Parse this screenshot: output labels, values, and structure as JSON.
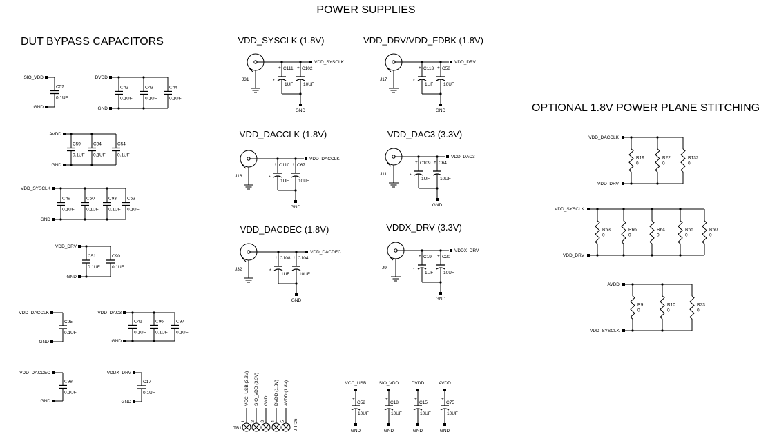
{
  "title": "POWER SUPPLIES",
  "bypass": {
    "heading": "DUT BYPASS CAPACITORS",
    "groups": [
      {
        "net": "SIO_VDD",
        "gnd": "GND",
        "caps": [
          {
            "ref": "C57",
            "val": "0.1UF"
          }
        ]
      },
      {
        "net": "DVDD",
        "gnd": "GND",
        "caps": [
          {
            "ref": "C42",
            "val": "0.1UF"
          },
          {
            "ref": "C43",
            "val": "0.1UF"
          },
          {
            "ref": "C44",
            "val": "0.1UF"
          }
        ]
      },
      {
        "net": "AVDD",
        "gnd": "GND",
        "caps": [
          {
            "ref": "C59",
            "val": "0.1UF"
          },
          {
            "ref": "C94",
            "val": "0.1UF"
          },
          {
            "ref": "C54",
            "val": "0.1UF"
          }
        ]
      },
      {
        "net": "VDD_SYSCLK",
        "gnd": "GND",
        "caps": [
          {
            "ref": "C49",
            "val": "0.1UF"
          },
          {
            "ref": "C50",
            "val": "0.1UF"
          },
          {
            "ref": "C93",
            "val": "0.1UF"
          },
          {
            "ref": "C53",
            "val": "0.1UF"
          }
        ]
      },
      {
        "net": "VDD_DRV",
        "gnd": "GND",
        "caps": [
          {
            "ref": "C51",
            "val": "0.1UF"
          },
          {
            "ref": "C90",
            "val": "0.1UF"
          }
        ]
      },
      {
        "net": "VDD_DACCLK",
        "gnd": "GND",
        "caps": [
          {
            "ref": "C95",
            "val": "0.1UF"
          }
        ]
      },
      {
        "net": "VDD_DAC3",
        "gnd": "GND",
        "caps": [
          {
            "ref": "C41",
            "val": "0.1UF"
          },
          {
            "ref": "C96",
            "val": "0.1UF"
          },
          {
            "ref": "C97",
            "val": "0.1UF"
          }
        ]
      },
      {
        "net": "VDD_DACDEC",
        "gnd": "GND",
        "caps": [
          {
            "ref": "C98",
            "val": "0.1UF"
          }
        ]
      },
      {
        "net": "VDDX_DRV",
        "gnd": "GND",
        "caps": [
          {
            "ref": "C17",
            "val": "0.1UF"
          }
        ]
      }
    ]
  },
  "supplies": [
    {
      "heading": "VDD_SYSCLK (1.8V)",
      "jack": "J31",
      "net": "VDD_SYSCLK",
      "c1": {
        "ref": "C111",
        "val": "1UF"
      },
      "c2": {
        "ref": "C102",
        "val": "10UF"
      },
      "gnd": "GND"
    },
    {
      "heading": "VDD_DRV/VDD_FDBK (1.8V)",
      "jack": "J17",
      "net": "VDD_DRV",
      "c1": {
        "ref": "C113",
        "val": "1UF"
      },
      "c2": {
        "ref": "C58",
        "val": "10UF"
      },
      "gnd": "GND"
    },
    {
      "heading": "VDD_DACCLK (1.8V)",
      "jack": "J16",
      "net": "VDD_DACCLK",
      "c1": {
        "ref": "C110",
        "val": "1UF"
      },
      "c2": {
        "ref": "C67",
        "val": "10UF"
      },
      "gnd": "GND"
    },
    {
      "heading": "VDD_DAC3 (3.3V)",
      "jack": "J11",
      "net": "VDD_DAC3",
      "c1": {
        "ref": "C109",
        "val": "1UF"
      },
      "c2": {
        "ref": "C64",
        "val": "10UF"
      },
      "gnd": "GND"
    },
    {
      "heading": "VDD_DACDEC (1.8V)",
      "jack": "J32",
      "net": "VDD_DACDEC",
      "c1": {
        "ref": "C108",
        "val": "1UF"
      },
      "c2": {
        "ref": "C104",
        "val": "10UF"
      },
      "gnd": "GND"
    },
    {
      "heading": "VDDX_DRV (3.3V)",
      "jack": "J9",
      "net": "VDDX_DRV",
      "c1": {
        "ref": "C19",
        "val": "1UF"
      },
      "c2": {
        "ref": "C20",
        "val": "10UF"
      },
      "gnd": "GND"
    }
  ],
  "stitching": {
    "heading": "OPTIONAL 1.8V POWER PLANE STITCHING",
    "banks": [
      {
        "top": "VDD_DACCLK",
        "bottom": "VDD_DRV",
        "resistors": [
          {
            "ref": "R19",
            "val": "0"
          },
          {
            "ref": "R22",
            "val": "0"
          },
          {
            "ref": "R132",
            "val": "0"
          }
        ]
      },
      {
        "top": "VDD_SYSCLK",
        "bottom": "VDD_DRV",
        "resistors": [
          {
            "ref": "R63",
            "val": "0"
          },
          {
            "ref": "R66",
            "val": "0"
          },
          {
            "ref": "R64",
            "val": "0"
          },
          {
            "ref": "R65",
            "val": "0"
          },
          {
            "ref": "R60",
            "val": "0"
          }
        ]
      },
      {
        "top": "AVDD",
        "bottom": "VDD_SYSCLK",
        "resistors": [
          {
            "ref": "R9",
            "val": "0"
          },
          {
            "ref": "R10",
            "val": "0"
          },
          {
            "ref": "R23",
            "val": "0"
          }
        ]
      }
    ]
  },
  "testpoints": {
    "ref": "TB1",
    "ref2": "J_P26",
    "labels": [
      "VCC_USB (3.3V)",
      "SIO_VDD (3.3V)",
      "GND",
      "DVDD (1.8V)",
      "AVDD (1.8V)"
    ],
    "pins": [
      "1",
      "2",
      "3",
      "4",
      "5"
    ]
  },
  "bulk": [
    {
      "net": "VCC_USB",
      "ref": "C52",
      "val": "10UF",
      "gnd": "GND"
    },
    {
      "net": "SIO_VDD",
      "ref": "C18",
      "val": "10UF",
      "gnd": "GND"
    },
    {
      "net": "DVDD",
      "ref": "C15",
      "val": "10UF",
      "gnd": "GND"
    },
    {
      "net": "AVDD",
      "ref": "C75",
      "val": "10UF",
      "gnd": "GND"
    }
  ],
  "marks": {
    "plus": "+",
    "star": "*"
  }
}
